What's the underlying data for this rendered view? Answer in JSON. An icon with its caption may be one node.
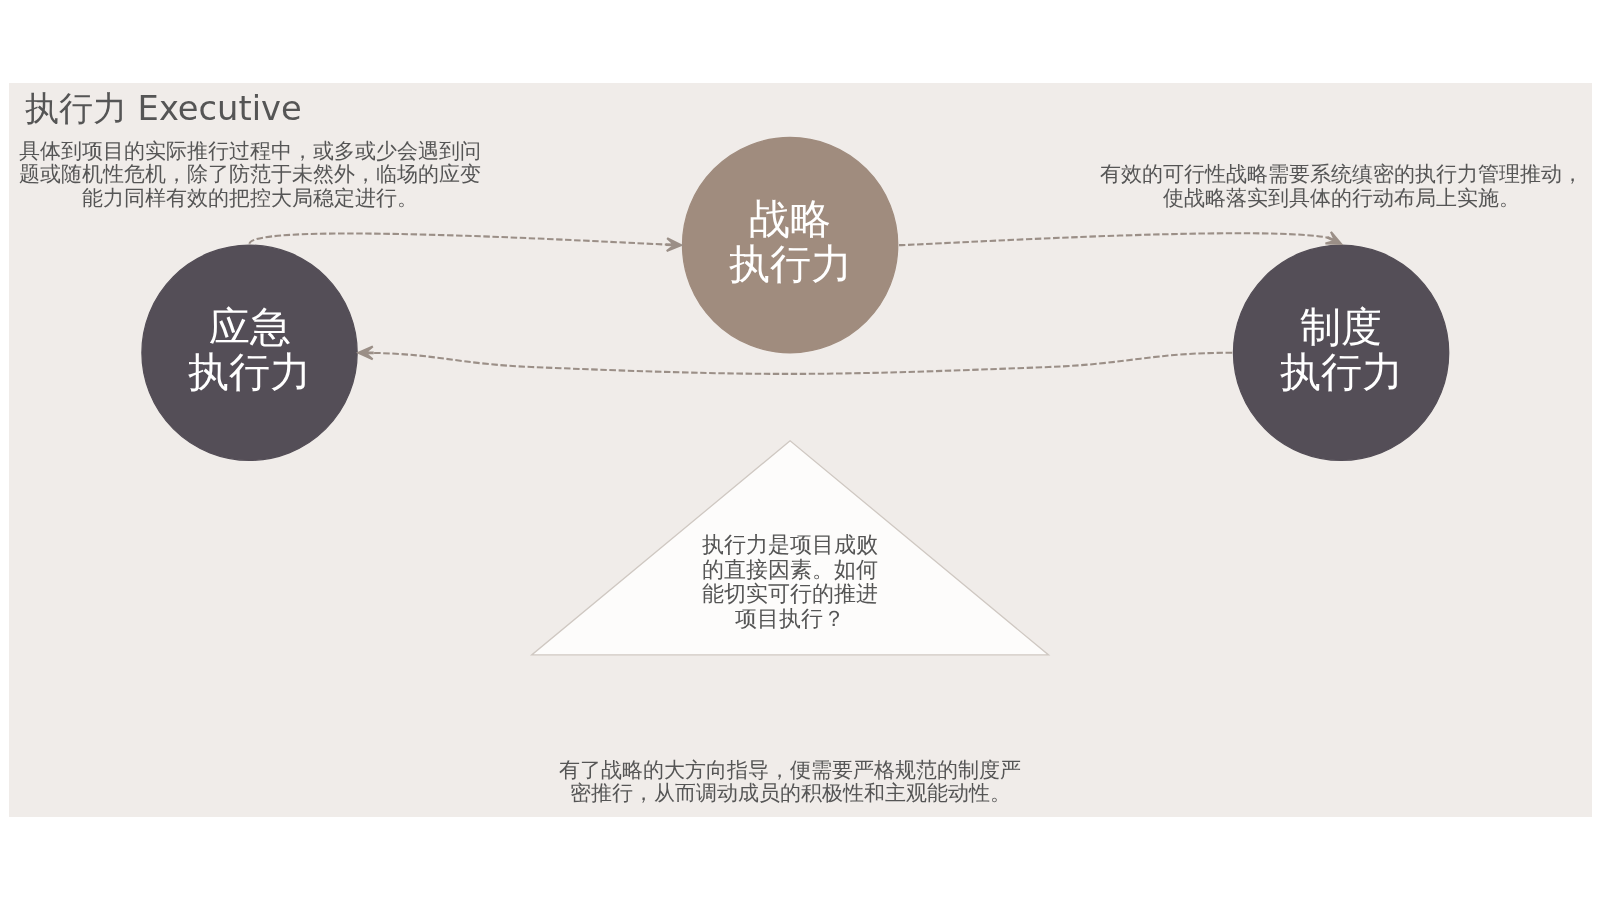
{
  "diagram": {
    "title": "执行力 Executive",
    "nodes": [
      {
        "text": [
          "战略执行力"
        ]
      },
      {
        "text": [
          "执行力是项目成败的直接因素。如何能切实可行的推进项目执行？"
        ]
      },
      {
        "text": [
          "应急执行力"
        ]
      },
      {
        "text": [
          "制度执行力"
        ]
      }
    ],
    "edges": [
      {
        "from": 0,
        "to": 3,
        "arrow": "to",
        "style": "dashed"
      },
      {
        "from": 3,
        "to": 2,
        "arrow": "to",
        "style": "dashed"
      },
      {
        "from": 2,
        "to": 0,
        "arrow": "to",
        "style": "dashed"
      }
    ],
    "labels": [
      "具体到项目的实际推行过程中，或多或少会遇到问题或随机性危机，除了防范于未然外，临场的应变能力同样有效的把控大局稳定进行。",
      "有效的可行性战略需要系统缜密的执行力管理推动，使战略落实到具体的行动布局上实施。",
      "有了战略的大方向指导，便需要严格规范的制度严密推行，从而调动成员的积极性和主观能动性。"
    ]
  }
}
